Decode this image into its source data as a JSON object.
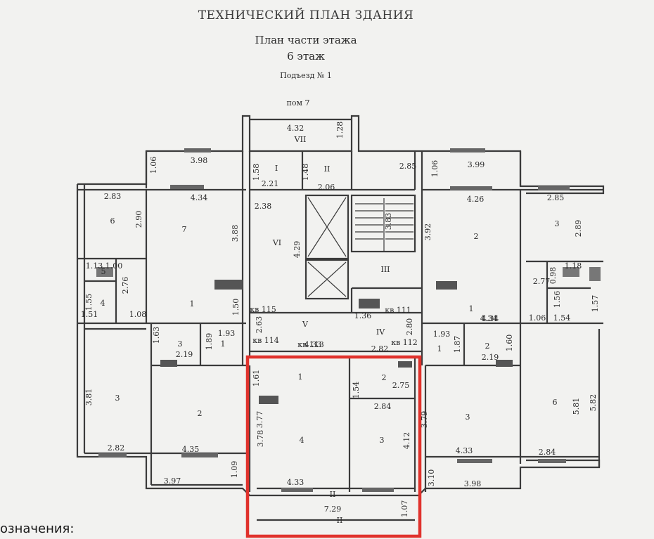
{
  "header": {
    "title": "ТЕХНИЧЕСКИЙ ПЛАН ЗДАНИЯ",
    "subtitle": "План части этажа",
    "floor": "6 этаж",
    "entrance": "Подъезд № 1"
  },
  "legend": {
    "label": "означения:"
  },
  "highlight": {
    "color": "#e0322c"
  },
  "plan": {
    "labels": [
      {
        "text": "пом 7"
      },
      {
        "text": "4.32"
      },
      {
        "text": "1.28"
      },
      {
        "text": "VII"
      },
      {
        "text": "1.06"
      },
      {
        "text": "3.98"
      },
      {
        "text": "1.58"
      },
      {
        "text": "I"
      },
      {
        "text": "2.21"
      },
      {
        "text": "1.48"
      },
      {
        "text": "II"
      },
      {
        "text": "2.06"
      },
      {
        "text": "2.85"
      },
      {
        "text": "1.06"
      },
      {
        "text": "3.99"
      },
      {
        "text": "2.83"
      },
      {
        "text": "4.34"
      },
      {
        "text": "2.38"
      },
      {
        "text": "4.26"
      },
      {
        "text": "2.85"
      },
      {
        "text": "6"
      },
      {
        "text": "2.90"
      },
      {
        "text": "7"
      },
      {
        "text": "3.88"
      },
      {
        "text": "VI"
      },
      {
        "text": "4.29"
      },
      {
        "text": "3.83"
      },
      {
        "text": "3.92"
      },
      {
        "text": "2"
      },
      {
        "text": "3"
      },
      {
        "text": "2.89"
      },
      {
        "text": "1.13"
      },
      {
        "text": "5"
      },
      {
        "text": "1.00"
      },
      {
        "text": "2.76"
      },
      {
        "text": "III"
      },
      {
        "text": "2.77"
      },
      {
        "text": "0.98"
      },
      {
        "text": "1.18"
      },
      {
        "text": "4"
      },
      {
        "text": "1.55"
      },
      {
        "text": "1.51"
      },
      {
        "text": "1.08"
      },
      {
        "text": "1"
      },
      {
        "text": "1.50"
      },
      {
        "text": "кв 115"
      },
      {
        "text": "1.36"
      },
      {
        "text": "кв 111"
      },
      {
        "text": "1"
      },
      {
        "text": "1.56"
      },
      {
        "text": "1.57"
      },
      {
        "text": "4.34"
      },
      {
        "text": "2.63"
      },
      {
        "text": "V"
      },
      {
        "text": "IV"
      },
      {
        "text": "2.80"
      },
      {
        "text": "4.34"
      },
      {
        "text": "1.06"
      },
      {
        "text": "1.54"
      },
      {
        "text": "1.63"
      },
      {
        "text": "1.93"
      },
      {
        "text": "кв 114"
      },
      {
        "text": "кв 113"
      },
      {
        "text": "4.33"
      },
      {
        "text": "2.82"
      },
      {
        "text": "кв 112"
      },
      {
        "text": "1.93"
      },
      {
        "text": "3"
      },
      {
        "text": "1.89"
      },
      {
        "text": "1"
      },
      {
        "text": "1"
      },
      {
        "text": "2"
      },
      {
        "text": "1.87"
      },
      {
        "text": "1.60"
      },
      {
        "text": "2.19"
      },
      {
        "text": "2.19"
      },
      {
        "text": "1.61"
      },
      {
        "text": "1"
      },
      {
        "text": "1.54"
      },
      {
        "text": "2"
      },
      {
        "text": "2.75"
      },
      {
        "text": "3.81"
      },
      {
        "text": "3"
      },
      {
        "text": "2"
      },
      {
        "text": "3.77"
      },
      {
        "text": "2.84"
      },
      {
        "text": "3.79"
      },
      {
        "text": "3"
      },
      {
        "text": "6"
      },
      {
        "text": "5.81"
      },
      {
        "text": "5.82"
      },
      {
        "text": "3.78"
      },
      {
        "text": "4"
      },
      {
        "text": "3"
      },
      {
        "text": "4.12"
      },
      {
        "text": "2.82"
      },
      {
        "text": "4.35"
      },
      {
        "text": "4.33"
      },
      {
        "text": "2.84"
      },
      {
        "text": "1.09"
      },
      {
        "text": "3.10"
      },
      {
        "text": "3.97"
      },
      {
        "text": "4.33"
      },
      {
        "text": "3.98"
      },
      {
        "text": "7.29"
      },
      {
        "text": "1.07"
      },
      {
        "text": "II"
      },
      {
        "text": "II"
      }
    ]
  }
}
